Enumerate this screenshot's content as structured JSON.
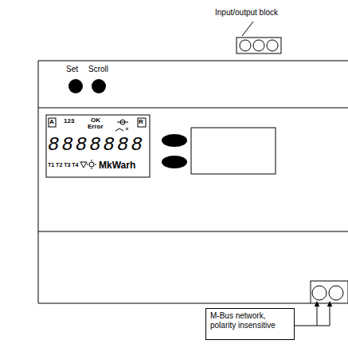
{
  "diagram": {
    "nodes": [
      {
        "text": [
          "M-Bus network, polarity insensitive"
        ]
      }
    ],
    "labels": [
      "Input/output block",
      "Set",
      "Scroll",
      "A",
      "123",
      "OK",
      "Error",
      "R",
      "8888888",
      "T1 T2 T3 T4",
      "MkWarh"
    ]
  }
}
